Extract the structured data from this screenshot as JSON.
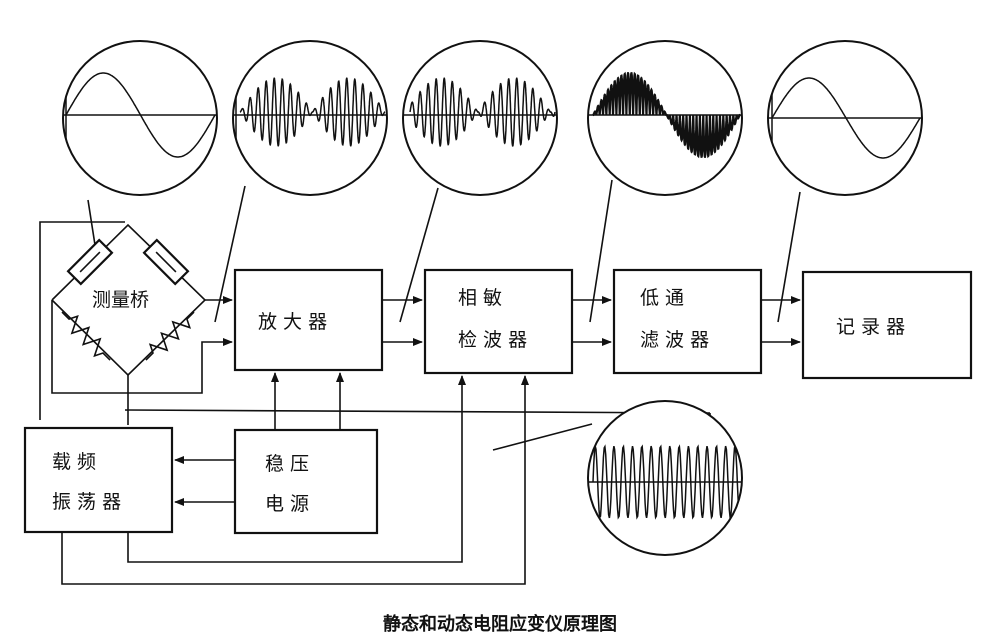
{
  "caption": "静态和动态电阻应变仪原理图",
  "blocks": {
    "bridge": "测量桥",
    "amplifier": "放 大 器",
    "phase_detector_line1": "相       敏",
    "phase_detector_line2": "检 波 器",
    "lowpass_line1": "低       通",
    "lowpass_line2": "滤 波 器",
    "recorder": "记 录 器",
    "oscillator_line1": "载       频",
    "oscillator_line2": "振 荡 器",
    "power_line1": "稳       压",
    "power_line2": "电       源"
  }
}
